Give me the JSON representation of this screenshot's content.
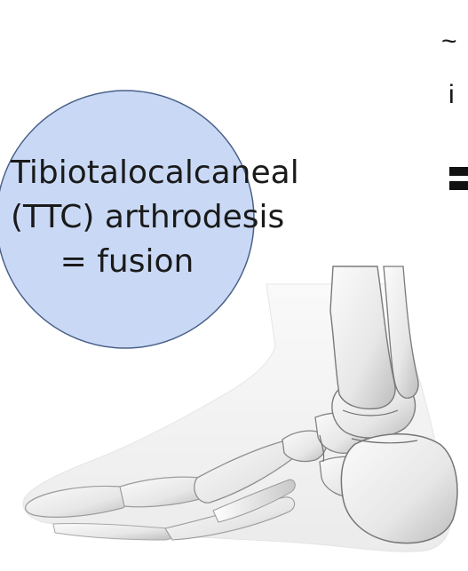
{
  "diagram": {
    "circle": {
      "lines": [
        "Tibiotalocalcaneal",
        "(TTC) arthrodesis",
        "= fusion"
      ],
      "fill_color": "#c9d9f5",
      "stroke_color": "#4a6089"
    },
    "cropped_text": {
      "line1": "~",
      "line2": "i"
    },
    "image": {
      "subject": "foot-skeleton",
      "tone": "grayscale"
    }
  }
}
